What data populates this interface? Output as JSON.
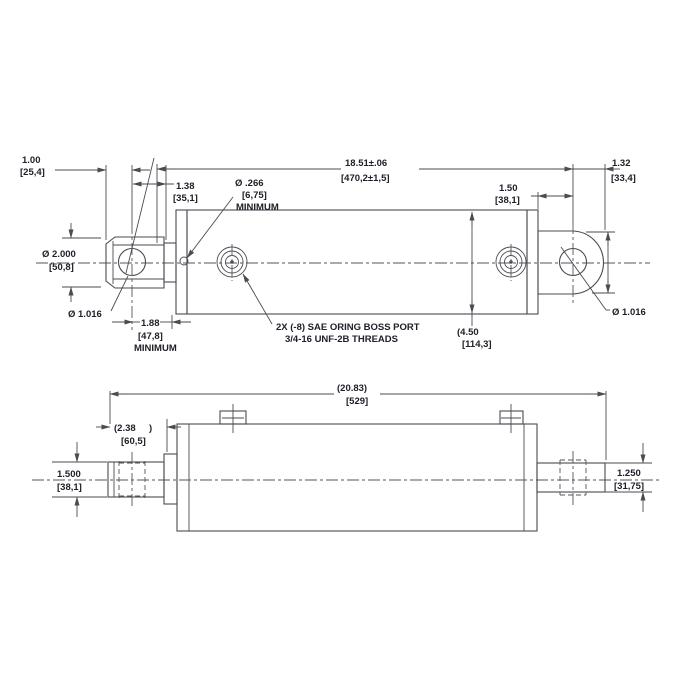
{
  "colors": {
    "line": "#4b4b52",
    "text": "#20202a",
    "background": "#ffffff"
  },
  "top": {
    "d100": {
      "in": "1.00",
      "mm": "[25,4]"
    },
    "d138": {
      "in": "1.38",
      "mm": "[35,1]"
    },
    "d266": {
      "in": "Ø .266",
      "mm": "[6,75]",
      "note": "MINIMUM"
    },
    "d1851": {
      "in": "18.51±.06",
      "mm": "[470,2±1,5]"
    },
    "d150": {
      "in": "1.50",
      "mm": "[38,1]"
    },
    "d132": {
      "in": "1.32",
      "mm": "[33,4]"
    },
    "d2000": {
      "in": "Ø 2.000",
      "mm": "[50,8]"
    },
    "d1016_rod": "Ø 1.016",
    "d1016_cap": "Ø 1.016",
    "d188": {
      "in": "1.88",
      "mm": "[47,8]",
      "note": "MINIMUM"
    },
    "port_note": {
      "l1": "2X (-8) SAE ORING BOSS PORT",
      "l2": "3/4-16 UNF-2B THREADS"
    },
    "d450": {
      "in": "(4.50",
      "mm": "[114,3]"
    }
  },
  "bottom": {
    "d2083": {
      "in": "(20.83)",
      "mm": "[529]"
    },
    "d238": {
      "in": "(2.38",
      "close": ")",
      "mm": "[60,5]"
    },
    "d1500": {
      "in": "1.500",
      "mm": "[38,1]"
    },
    "d1250": {
      "in": "1.250",
      "mm": "[31,75]"
    }
  }
}
